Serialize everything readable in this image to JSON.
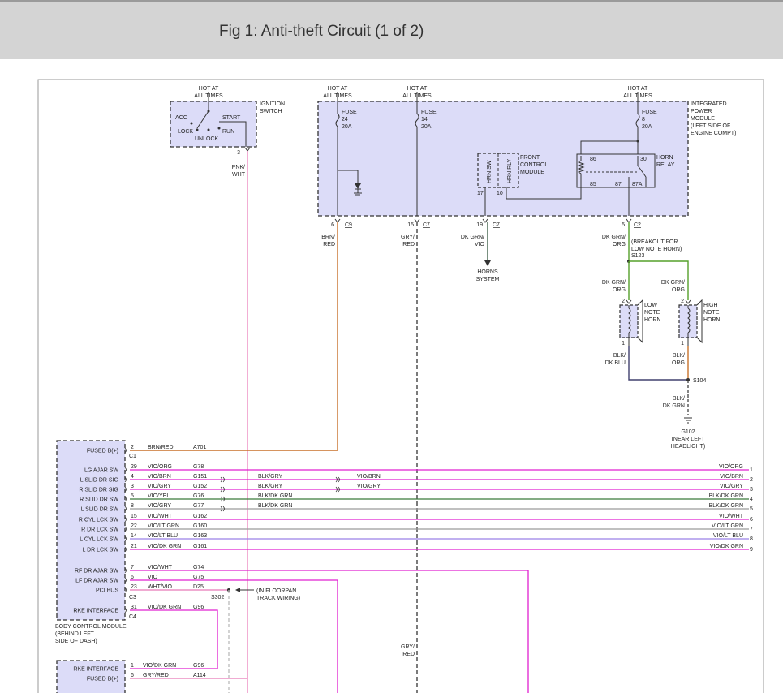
{
  "title": "Fig 1: Anti-theft Circuit (1 of 2)",
  "colors": {
    "box_fill": "#dcdcf8",
    "brn_red": "#c8712a",
    "pnk_wht": "#e879b8",
    "grn": "#55a02a",
    "vio": "#e020d0",
    "vio_ltblu": "#9a80e8",
    "blk_dkblu": "#40406e",
    "gry": "#9a9a9a"
  },
  "labels": {
    "hot1": [
      "HOT AT",
      "ALL TIMES"
    ],
    "hot2": [
      "HOT AT",
      "ALL TIMES"
    ],
    "hot3": [
      "HOT AT",
      "ALL TIMES"
    ],
    "hot4": [
      "HOT AT",
      "ALL TIMES"
    ],
    "ign_title": [
      "IGNITION",
      "SWITCH"
    ],
    "ign_acc": "ACC",
    "ign_start": "START",
    "ign_lock": "LOCK",
    "ign_run": "RUN",
    "ign_unlock": "UNLOCK",
    "ign_pin": "3",
    "pnk_wht": [
      "PNK/",
      "WHT"
    ],
    "fuse24": [
      "FUSE",
      "24",
      "20A"
    ],
    "fuse14": [
      "FUSE",
      "14",
      "20A"
    ],
    "fuse8": [
      "FUSE",
      "8",
      "20A"
    ],
    "ipm": [
      "INTEGRATED",
      "POWER",
      "MODULE",
      "(LEFT SIDE OF",
      "ENGINE COMPT)"
    ],
    "fcm": [
      "FRONT",
      "CONTROL",
      "MODULE"
    ],
    "hrn_sw": "HRN SW",
    "hrn_rly": "HRN RLY",
    "pin17": "17",
    "pin10": "10",
    "relay_title": [
      "HORN",
      "RELAY"
    ],
    "relay_86": "86",
    "relay_30": "30",
    "relay_85": "85",
    "relay_87": "87",
    "relay_87a": "87A",
    "c9_pin": "6",
    "c9": "C9",
    "c7a_pin": "15",
    "c7a": "C7",
    "c7b_pin": "19",
    "c7b": "C7",
    "c2_pin": "5",
    "c2": "C2",
    "brn_red": [
      "BRN/",
      "RED"
    ],
    "gry_red": [
      "GRY/",
      "RED"
    ],
    "dkgrn_vio": [
      "DK GRN/",
      "VIO"
    ],
    "dkgrn_org": [
      "DK GRN/",
      "ORG"
    ],
    "breakout": [
      "(BREAKOUT FOR",
      "LOW NOTE HORN)"
    ],
    "s123": "S123",
    "horns_system": [
      "HORNS",
      "SYSTEM"
    ],
    "dkgrn_org_l": [
      "DK GRN/",
      "ORG"
    ],
    "dkgrn_org_r": [
      "DK GRN/",
      "ORG"
    ],
    "low_horn": [
      "LOW",
      "NOTE",
      "HORN"
    ],
    "high_horn": [
      "HIGH",
      "NOTE",
      "HORN"
    ],
    "horn_pin2a": "2",
    "horn_pin2b": "2",
    "horn_pin1a": "1",
    "horn_pin1b": "1",
    "blk_dkblu": [
      "BLK/",
      "DK BLU"
    ],
    "blk_org": [
      "BLK/",
      "ORG"
    ],
    "s104": "S104",
    "blk_dkgrn": [
      "BLK/",
      "DK GRN"
    ],
    "g102": [
      "G102",
      "(NEAR LEFT",
      "HEADLIGHT)"
    ],
    "c1": "C1",
    "c3": "C3",
    "c4": "C4",
    "s302": "S302",
    "floorpan": [
      "(IN FLOORPAN",
      "TRACK WIRING)"
    ],
    "bcm": [
      "BODY CONTROL MODULE",
      "(BEHIND LEFT",
      "SIDE OF DASH)"
    ],
    "gry_red_low": [
      "GRY/",
      "RED"
    ]
  },
  "bcm_rows": [
    {
      "label": "FUSED B(+)",
      "pin": "2",
      "wire": "BRN/RED",
      "circuit": "A701"
    },
    {
      "label": "LG AJAR SW",
      "pin": "29",
      "wire": "VIO/ORG",
      "circuit": "G78",
      "mid1": "",
      "mid2": "",
      "right": "VIO/ORG",
      "rpin": "1"
    },
    {
      "label": "L SLID DR SIG",
      "pin": "4",
      "wire": "VIO/BRN",
      "circuit": "G151",
      "mid1": "BLK/GRY",
      "mid2": "VIO/BRN",
      "right": "VIO/BRN",
      "rpin": "2"
    },
    {
      "label": "R SLID DR SIG",
      "pin": "3",
      "wire": "VIO/GRY",
      "circuit": "G152",
      "mid1": "BLK/GRY",
      "mid2": "VIO/GRY",
      "right": "VIO/GRY",
      "rpin": "3"
    },
    {
      "label": "R SLID DR SW",
      "pin": "5",
      "wire": "VIO/YEL",
      "circuit": "G76",
      "mid1": "BLK/DK GRN",
      "mid2": "",
      "right": "BLK/DK GRN",
      "rpin": "4"
    },
    {
      "label": "L SLID DR SW",
      "pin": "8",
      "wire": "VIO/GRY",
      "circuit": "G77",
      "mid1": "BLK/DK GRN",
      "mid2": "",
      "right": "BLK/DK GRN",
      "rpin": "5"
    },
    {
      "label": "R CYL LCK SW",
      "pin": "15",
      "wire": "VIO/WHT",
      "circuit": "G162",
      "mid1": "",
      "mid2": "",
      "right": "VIO/WHT",
      "rpin": "6"
    },
    {
      "label": "R DR LCK SW",
      "pin": "22",
      "wire": "VIO/LT GRN",
      "circuit": "G160",
      "mid1": "",
      "mid2": "",
      "right": "VIO/LT GRN",
      "rpin": "7"
    },
    {
      "label": "L CYL LCK SW",
      "pin": "14",
      "wire": "VIO/LT BLU",
      "circuit": "G163",
      "mid1": "",
      "mid2": "",
      "right": "VIO/LT BLU",
      "rpin": "8"
    },
    {
      "label": "L DR LCK SW",
      "pin": "21",
      "wire": "VIO/DK GRN",
      "circuit": "G161",
      "mid1": "",
      "mid2": "",
      "right": "VIO/DK GRN",
      "rpin": "9"
    },
    {
      "label": "RF DR AJAR SW",
      "pin": "7",
      "wire": "VIO/WHT",
      "circuit": "G74"
    },
    {
      "label": "LF DR AJAR SW",
      "pin": "6",
      "wire": "VIO",
      "circuit": "G75"
    },
    {
      "label": "PCI BUS",
      "pin": "23",
      "wire": "WHT/VIO",
      "circuit": "D25"
    },
    {
      "label": "RKE INTERFACE",
      "pin": "31",
      "wire": "VIO/DK GRN",
      "circuit": "G96"
    }
  ],
  "bottom_rows": [
    {
      "label": "RKE INTERFACE",
      "pin": "1",
      "wire": "VIO/DK GRN",
      "circuit": "G96"
    },
    {
      "label": "FUSED B(+)",
      "pin": "6",
      "wire": "GRY/RED",
      "circuit": "A114"
    }
  ]
}
